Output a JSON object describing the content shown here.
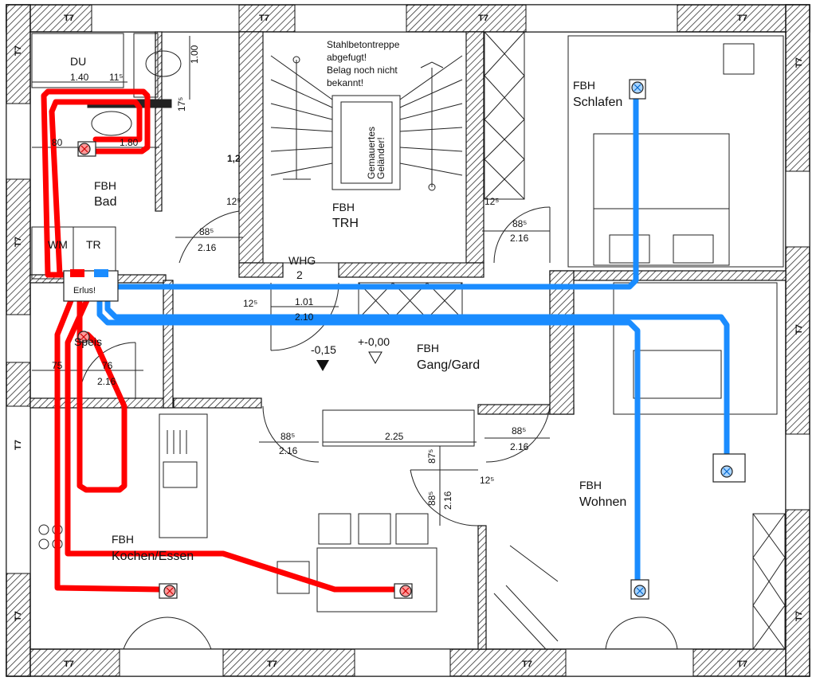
{
  "wall_type_label": "T7",
  "rooms": {
    "bad": {
      "prefix": "FBH",
      "name": "Bad"
    },
    "du": {
      "name": "DU"
    },
    "trh": {
      "prefix": "FBH",
      "name": "TRH"
    },
    "schlafen": {
      "prefix": "FBH",
      "name": "Schlafen"
    },
    "gang": {
      "prefix": "FBH",
      "name": "Gang/Gard"
    },
    "kuechen": {
      "prefix": "FBH",
      "name": "Kochen/Essen"
    },
    "wohnen": {
      "prefix": "FBH",
      "name": "Wohnen"
    },
    "speis": {
      "name": "Speis"
    }
  },
  "appliances": {
    "wm": "WM",
    "tr": "TR"
  },
  "whg": {
    "label": "WHG",
    "number": "2"
  },
  "stair_note": [
    "Stahlbetontreppe",
    "abgefugt!",
    "Belag noch nicht",
    "bekannt!"
  ],
  "railing_note": [
    "Gemauertes",
    "Geländer!"
  ],
  "manifold_label": "Erlus!",
  "levels": {
    "stair_landing": "-0,15",
    "floor": "+-0,00"
  },
  "dimensions": {
    "du_width": "1.40",
    "du_offset": "11⁵",
    "wc_depth": "1.00",
    "wall_175": "17⁵",
    "bad_left": "80",
    "bad_right": "1.80",
    "height_12": "1,2",
    "bad_door_w": "88⁵",
    "bad_door_h": "2.16",
    "bad_wall": "12⁵",
    "schl_door_w": "88⁵",
    "schl_door_h": "2.16",
    "schl_wall": "12⁵",
    "whg_wall": "12⁵",
    "whg_w": "1.01",
    "whg_h": "2.10",
    "speis_left": "75",
    "speis_door_w": "76",
    "speis_door_h": "2.16",
    "kue_door_w": "88⁵",
    "kue_door_h": "2.16",
    "opening_w": "2.25",
    "wohn_door_w": "88⁵",
    "wohn_door_h": "2.16",
    "wohn_wall": "12⁵",
    "gang_vert_875": "87⁵",
    "gang_vert_885": "88⁵",
    "gang_vert_216": "2.16"
  },
  "heating_circuits": [
    {
      "name": "Bad",
      "color": "#ff0000"
    },
    {
      "name": "Speis",
      "color": "#ff0000"
    },
    {
      "name": "Kochen/Essen",
      "color": "#ff0000"
    },
    {
      "name": "Schlafen",
      "color": "#1a8cff"
    },
    {
      "name": "Wohnen",
      "color": "#1a8cff"
    }
  ],
  "colors": {
    "supply_red": "#ff0000",
    "return_blue": "#1a8cff",
    "wall_hatch": "#333333"
  }
}
